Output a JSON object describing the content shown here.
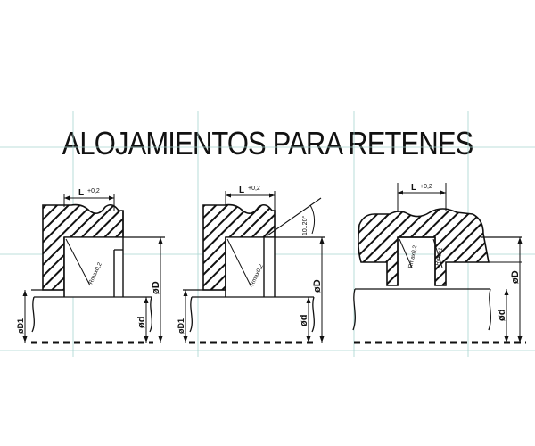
{
  "title": "ALOJAMIENTOS PARA RETENES",
  "colors": {
    "line": "#111111",
    "grid": "#a6d4cf",
    "background": "#ffffff"
  },
  "drawings": [
    {
      "width_label": "L",
      "tolerance": "+0,2",
      "radius": "Rmax0,2",
      "outer_dia": "øD",
      "shaft_dia": "ød",
      "housing_dia": "øD1"
    },
    {
      "width_label": "L",
      "tolerance": "+0,2",
      "radius": "Rmax0,2",
      "outer_dia": "øD",
      "shaft_dia": "ød",
      "housing_dia": "øD1",
      "chamfer_angle": "10..20°"
    },
    {
      "width_label": "L",
      "tolerance": "+0,2",
      "radius_left": "Rmax0,2",
      "radius_right": "Rmax1",
      "outer_dia": "øD",
      "shaft_dia": "ød"
    }
  ]
}
